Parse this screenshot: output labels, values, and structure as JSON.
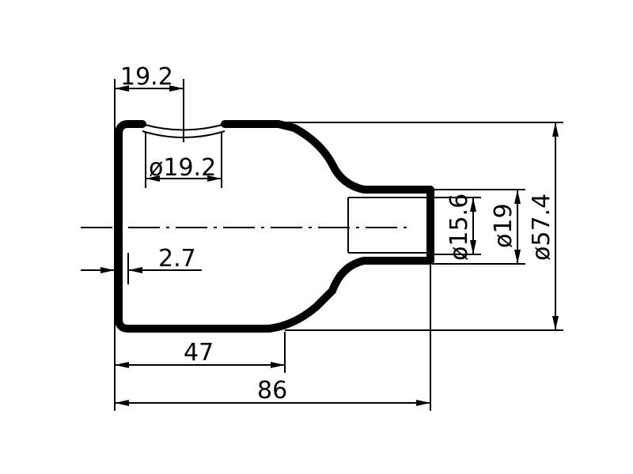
{
  "drawing": {
    "line_color": "#000000",
    "background": "#ffffff",
    "dimensions": {
      "hole_offset": "19.2",
      "hole_diameter": "ø19.2",
      "wall_thickness": "2.7",
      "body_length": "47",
      "overall_length": "86",
      "neck_inner_diameter": "ø15.6",
      "neck_outer_diameter": "ø19",
      "body_diameter": "ø57.4"
    }
  }
}
